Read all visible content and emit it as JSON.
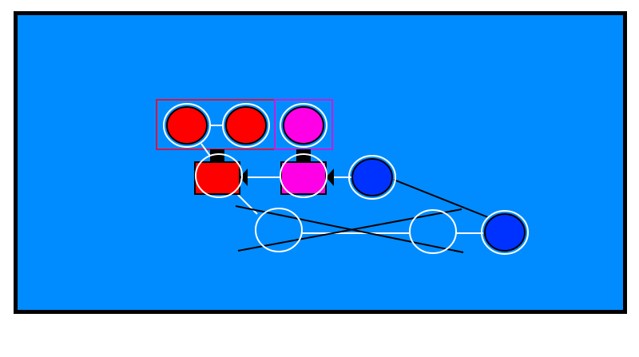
{
  "colors": {
    "background": "#008cff",
    "frame": "#000000",
    "red": "#ff0000",
    "magenta": "#ff00e6",
    "blue": "#0032ff",
    "white": "#ffffff",
    "black": "#000000",
    "red_group_border": "#d4144a",
    "magenta_group_border": "#c41fd9"
  },
  "pieces": {
    "red_circle_1": {
      "color": "red",
      "type": "circle"
    },
    "red_circle_2": {
      "color": "red",
      "type": "circle"
    },
    "magenta_circle": {
      "color": "magenta",
      "type": "circle"
    },
    "red_block": {
      "color": "red",
      "type": "block"
    },
    "magenta_block": {
      "color": "magenta",
      "type": "block"
    },
    "blue_circle_1": {
      "color": "blue",
      "type": "circle"
    },
    "blue_circle_2": {
      "color": "blue",
      "type": "circle"
    },
    "empty_circle_1": {
      "color": "none",
      "type": "empty"
    },
    "empty_circle_2": {
      "color": "none",
      "type": "empty"
    }
  }
}
